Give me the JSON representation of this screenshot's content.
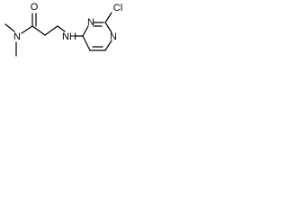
{
  "atoms": {
    "oxygen": "O",
    "amide_n": "N",
    "amine_nh": "NH",
    "ring_n_top": "N",
    "ring_n_bottom": "N",
    "chlorine": "Cl"
  },
  "colors": {
    "bond": "#000000",
    "text": "#000000",
    "background": "#ffffff"
  }
}
